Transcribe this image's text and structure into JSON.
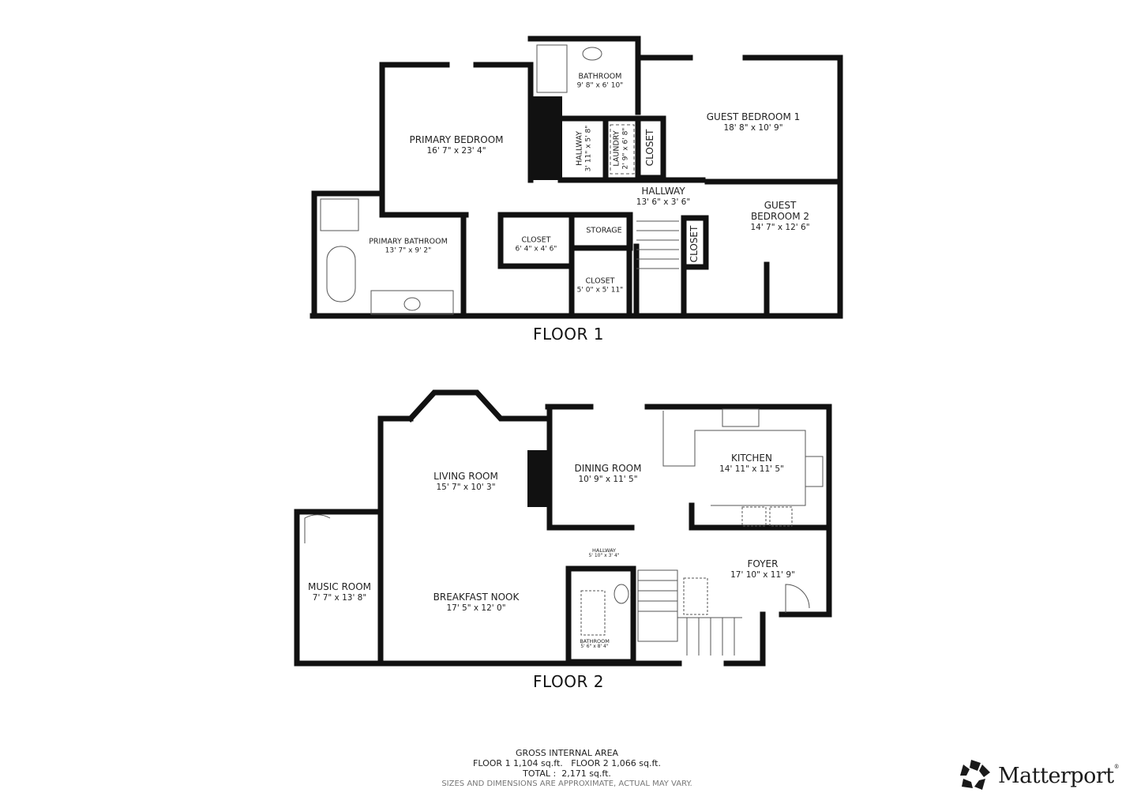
{
  "floor1": {
    "title": "FLOOR 1",
    "rooms": [
      {
        "name": "PRIMARY BEDROOM",
        "dim": "16' 7\" x 23' 4\""
      },
      {
        "name": "BATHROOM",
        "dim": "9' 8\" x 6' 10\""
      },
      {
        "name": "GUEST BEDROOM 1",
        "dim": "18' 8\" x 10' 9\""
      },
      {
        "name": "HALLWAY",
        "dim": "3' 11\" x 5' 8\""
      },
      {
        "name": "LAUNDRY",
        "dim": "2' 9\" x 6' 8\""
      },
      {
        "name": "CLOSET",
        "dim": ""
      },
      {
        "name": "HALLWAY",
        "dim": "13' 6\" x 3' 6\""
      },
      {
        "name": "GUEST BEDROOM 2",
        "dim": "14' 7\" x 12' 6\""
      },
      {
        "name": "PRIMARY BATHROOM",
        "dim": "13' 7\" x 9' 2\""
      },
      {
        "name": "CLOSET",
        "dim": "6' 4\" x 4' 6\""
      },
      {
        "name": "STORAGE",
        "dim": ""
      },
      {
        "name": "CLOSET",
        "dim": "5' 0\" x 5' 11\""
      },
      {
        "name": "CLOSET",
        "dim": ""
      }
    ]
  },
  "floor2": {
    "title": "FLOOR 2",
    "rooms": [
      {
        "name": "LIVING ROOM",
        "dim": "15' 7\" x 10' 3\""
      },
      {
        "name": "DINING ROOM",
        "dim": "10' 9\" x 11' 5\""
      },
      {
        "name": "KITCHEN",
        "dim": "14' 11\" x 11' 5\""
      },
      {
        "name": "HALLWAY",
        "dim": "5' 10\" x 3' 4\""
      },
      {
        "name": "FOYER",
        "dim": "17' 10\" x 11' 9\""
      },
      {
        "name": "MUSIC ROOM",
        "dim": "7' 7\" x 13' 8\""
      },
      {
        "name": "BREAKFAST NOOK",
        "dim": "17' 5\" x 12' 0\""
      },
      {
        "name": "BATHROOM",
        "dim": "5' 6\" x 8' 4\""
      }
    ]
  },
  "area": {
    "heading": "GROSS INTERNAL AREA",
    "floors_line": "FLOOR 1 1,104 sq.ft.   FLOOR 2 1,066 sq.ft.",
    "total_line": "TOTAL :  2,171 sq.ft.",
    "disclaimer": "SIZES AND DIMENSIONS ARE APPROXIMATE, ACTUAL MAY VARY."
  },
  "logo": {
    "brand": "Matterport",
    "mark": "®"
  },
  "colors": {
    "wall": "#111111",
    "line": "#555555",
    "note": "#777777"
  }
}
